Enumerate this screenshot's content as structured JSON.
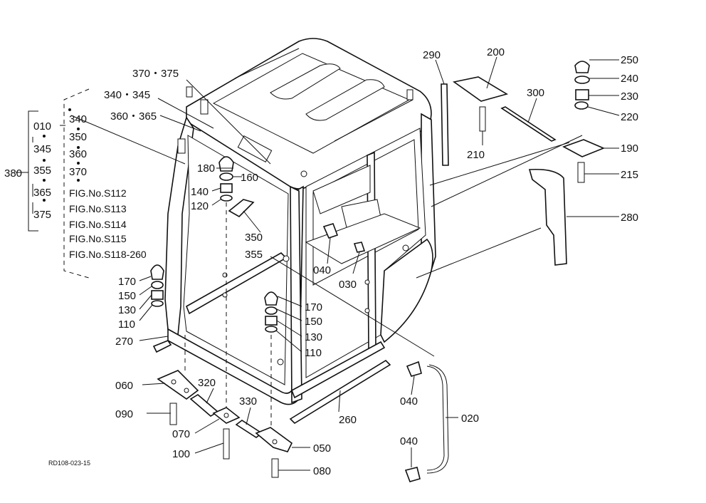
{
  "callouts": {
    "c370_375": "370・375",
    "c340_345": "340・345",
    "c360_365": "360・365",
    "c290": "290",
    "c200": "200",
    "c300": "300",
    "c250": "250",
    "c240": "240",
    "c230": "230",
    "c220": "220",
    "c190": "190",
    "c215": "215",
    "c210": "210",
    "c280": "280",
    "c180": "180",
    "c160": "160",
    "c140": "140",
    "c120": "120",
    "c350": "350",
    "c355": "355",
    "c040a": "040",
    "c030": "030",
    "c170a": "170",
    "c150a": "150",
    "c130a": "130",
    "c110a": "110",
    "c170b": "170",
    "c150b": "150",
    "c130b": "130",
    "c110b": "110",
    "c270": "270",
    "c060": "060",
    "c320": "320",
    "c090": "090",
    "c330": "330",
    "c070": "070",
    "c100": "100",
    "c050": "050",
    "c080": "080",
    "c260": "260",
    "c040b": "040",
    "c020": "020",
    "c040c": "040"
  },
  "group": {
    "label": "380",
    "left_col": [
      "010",
      "345",
      "355",
      "365",
      "375"
    ],
    "right_col": [
      "340",
      "350",
      "360",
      "370"
    ],
    "figs": [
      "FIG.No.S112",
      "FIG.No.S113",
      "FIG.No.S114",
      "FIG.No.S115",
      "FIG.No.S118-260"
    ]
  },
  "drawing_code": "RD108-023-15"
}
